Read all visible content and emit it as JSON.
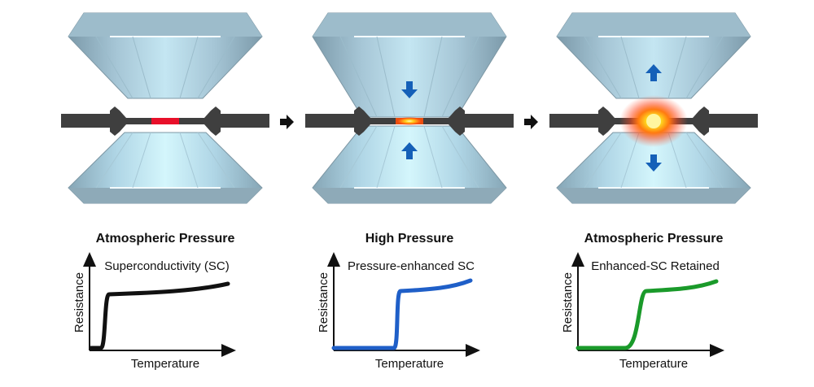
{
  "panels": [
    {
      "title": "Atmospheric Pressure",
      "curve_label": "Superconductivity (SC)",
      "curve_color": "#111111",
      "sample": "normal",
      "arrows": "none",
      "compressed": false
    },
    {
      "title": "High Pressure",
      "curve_label": "Pressure-enhanced SC",
      "curve_color": "#1f5fc8",
      "sample": "glow",
      "arrows": "inward",
      "compressed": true
    },
    {
      "title": "Atmospheric Pressure",
      "curve_label": "Enhanced-SC Retained",
      "curve_color": "#1a9a2a",
      "sample": "burst",
      "arrows": "outward",
      "compressed": false
    }
  ],
  "axes": {
    "x_label": "Temperature",
    "y_label": "Resistance"
  },
  "colors": {
    "diamond": "#a9cfe0",
    "gasket": "#3f3f3f",
    "sample": "#e8102a",
    "arrow": "#1560b8"
  }
}
